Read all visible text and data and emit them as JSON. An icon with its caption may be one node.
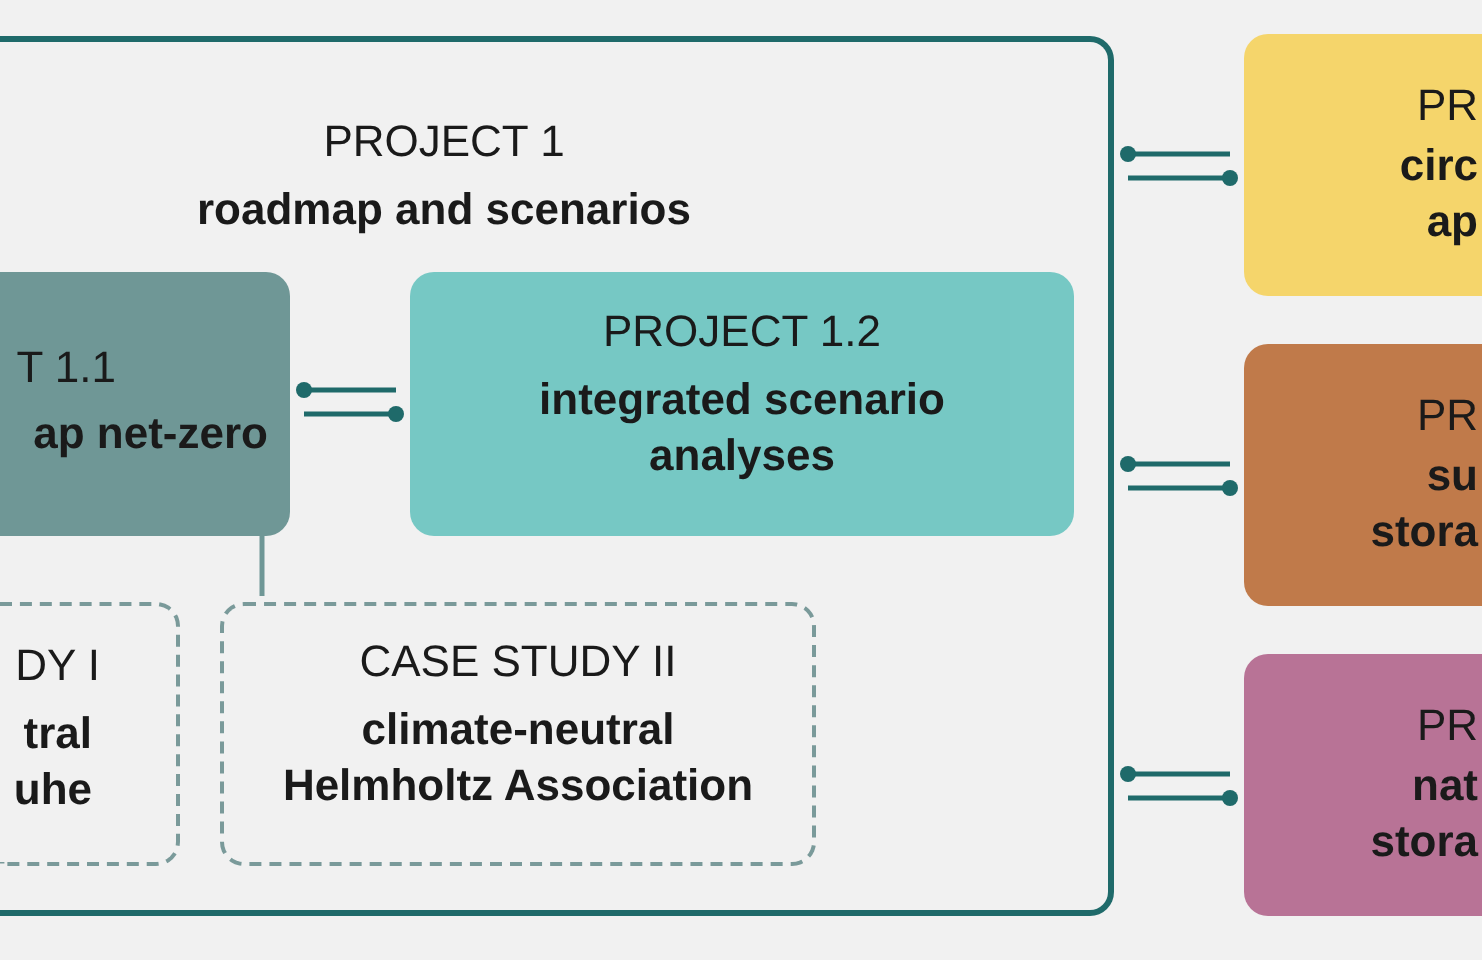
{
  "diagram": {
    "nodes": [
      {
        "text": [
          "PROJECT 1",
          "roadmap and scenarios"
        ]
      },
      {
        "text": [
          "T 1.1",
          "ap net-zero"
        ],
        "in": 0
      },
      {
        "text": [
          "PROJECT 1.2",
          "integrated scenario analyses"
        ],
        "in": 0
      },
      {
        "text": [
          "DY I",
          "tral uhe"
        ],
        "in": 0
      },
      {
        "text": [
          "CASE STUDY II",
          "climate-neutral Helmholtz Association"
        ],
        "in": 0
      },
      {
        "text": [
          "PR",
          "circ ap"
        ]
      },
      {
        "text": [
          "PR",
          "su stora"
        ]
      },
      {
        "text": [
          "PR",
          "nat stora"
        ]
      }
    ],
    "edges": [
      {
        "from": 2,
        "to": 1,
        "arrow": "other"
      },
      {
        "from": 1,
        "to": 2,
        "arrow": "other"
      },
      {
        "from": 1,
        "to": 4,
        "arrow": "none",
        "color": "#6f9796"
      },
      {
        "from": 5,
        "to": 0,
        "arrow": "other"
      },
      {
        "from": 0,
        "to": 5,
        "arrow": "other"
      },
      {
        "from": 6,
        "to": 0,
        "arrow": "other"
      },
      {
        "from": 0,
        "to": 6,
        "arrow": "other"
      },
      {
        "from": 7,
        "to": 0,
        "arrow": "other"
      },
      {
        "from": 0,
        "to": 7,
        "arrow": "other"
      }
    ]
  }
}
